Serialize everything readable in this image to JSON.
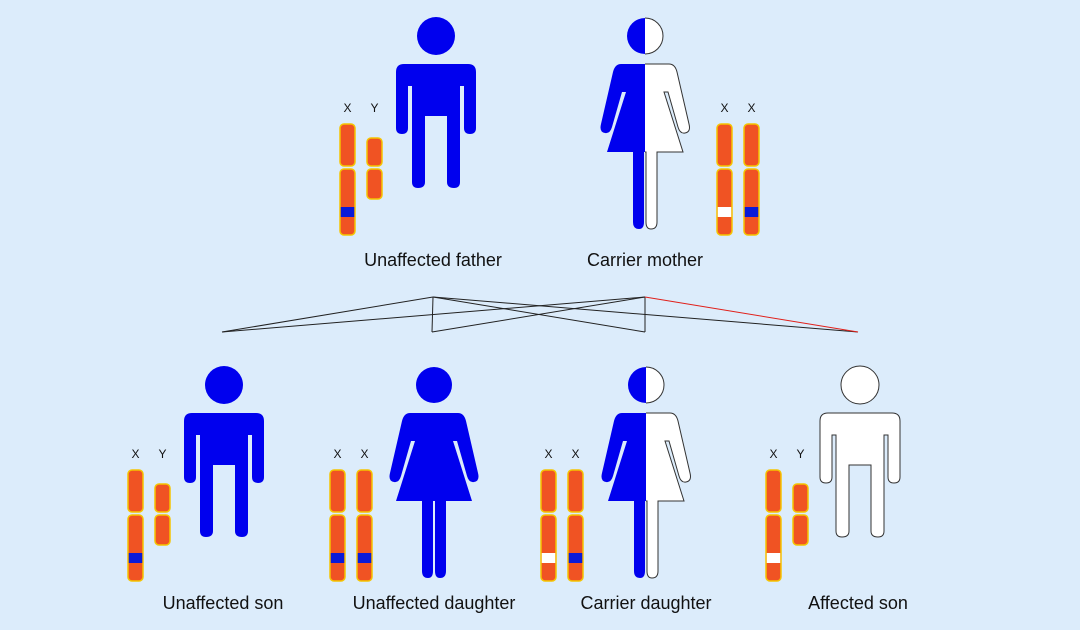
{
  "colors": {
    "background": "#dcecfb",
    "figure_blue": "#0000ee",
    "figure_white": "#ffffff",
    "outline": "#333333",
    "chromosome": "#f05323",
    "chromosome_border": "#f5c400",
    "normal_allele": "#0a1ad8",
    "mutant_allele": "#ffffff",
    "inheritance_line": "#222222",
    "affected_path_line": "#e0201a"
  },
  "parents": [
    {
      "id": "father",
      "caption": "Unaffected father",
      "sex": "male",
      "fill": "blue",
      "chromosomes": [
        {
          "label": "X",
          "type": "X",
          "allele": "normal"
        },
        {
          "label": "Y",
          "type": "Y",
          "allele": null
        }
      ]
    },
    {
      "id": "mother",
      "caption": "Carrier mother",
      "sex": "female",
      "fill": "half",
      "chromosomes": [
        {
          "label": "X",
          "type": "X",
          "allele": "mutant"
        },
        {
          "label": "X",
          "type": "X",
          "allele": "normal"
        }
      ]
    }
  ],
  "children": [
    {
      "id": "son1",
      "caption": "Unaffected son",
      "sex": "male",
      "fill": "blue",
      "chromosomes": [
        {
          "label": "X",
          "type": "X",
          "allele": "normal"
        },
        {
          "label": "Y",
          "type": "Y",
          "allele": null
        }
      ]
    },
    {
      "id": "daughter1",
      "caption": "Unaffected daughter",
      "sex": "female",
      "fill": "blue",
      "chromosomes": [
        {
          "label": "X",
          "type": "X",
          "allele": "normal"
        },
        {
          "label": "X",
          "type": "X",
          "allele": "normal"
        }
      ]
    },
    {
      "id": "daughter2",
      "caption": "Carrier daughter",
      "sex": "female",
      "fill": "half",
      "chromosomes": [
        {
          "label": "X",
          "type": "X",
          "allele": "mutant"
        },
        {
          "label": "X",
          "type": "X",
          "allele": "normal"
        }
      ]
    },
    {
      "id": "son2",
      "caption": "Affected son",
      "sex": "male",
      "fill": "white",
      "chromosomes": [
        {
          "label": "X",
          "type": "X",
          "allele": "mutant"
        },
        {
          "label": "Y",
          "type": "Y",
          "allele": null
        }
      ]
    }
  ],
  "inheritance": [
    {
      "from": "father",
      "to": "son1"
    },
    {
      "from": "father",
      "to": "daughter1"
    },
    {
      "from": "father",
      "to": "daughter2"
    },
    {
      "from": "father",
      "to": "son2"
    },
    {
      "from": "mother",
      "to": "son1"
    },
    {
      "from": "mother",
      "to": "daughter1"
    },
    {
      "from": "mother",
      "to": "daughter2"
    },
    {
      "from": "mother",
      "to": "son2",
      "highlight": true
    }
  ]
}
